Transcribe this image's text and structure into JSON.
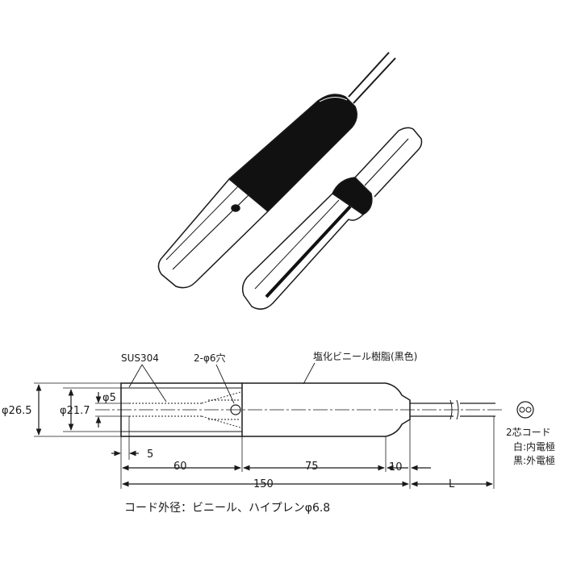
{
  "drawing": {
    "labels": {
      "material": "SUS304",
      "holes": "2-φ6穴",
      "resin": "塩化ビニール樹脂(黒色)",
      "cord_type": "2芯コード",
      "white": "白:内電極",
      "black": "黒:外電極",
      "cord_outer": "コード外径：ビニール、ハイプレンφ6.8"
    },
    "dimensions": {
      "d_outer": "φ26.5",
      "d_inner": "φ21.7",
      "d_small": "φ5",
      "d_5": "5",
      "d_60": "60",
      "d_75": "75",
      "d_10": "10",
      "d_150": "150",
      "d_L": "L"
    }
  },
  "colors": {
    "line": "#1a1a1a",
    "body_fill": "#ffffff",
    "black_part": "#111111"
  }
}
